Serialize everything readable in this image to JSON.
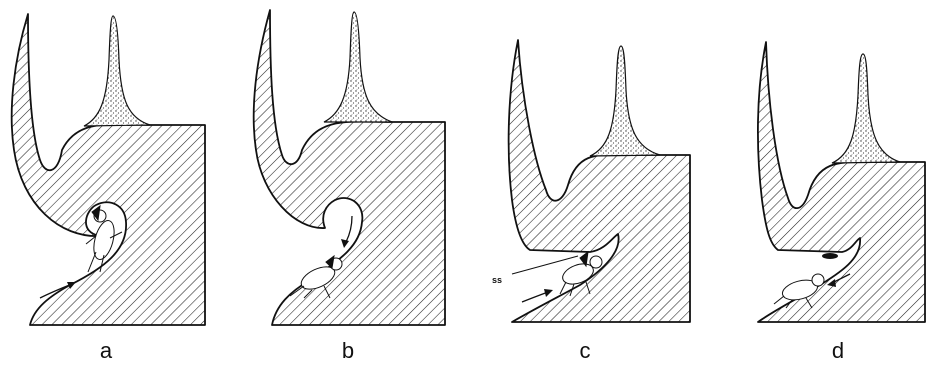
{
  "figure": {
    "panels": [
      {
        "id": "a",
        "label": "a"
      },
      {
        "id": "b",
        "label": "b"
      },
      {
        "id": "c",
        "label": "c"
      },
      {
        "id": "d",
        "label": "d"
      }
    ],
    "annotation": "ss"
  },
  "colors": {
    "ink": "#111111",
    "background": "#ffffff",
    "stipple": "#444444"
  }
}
